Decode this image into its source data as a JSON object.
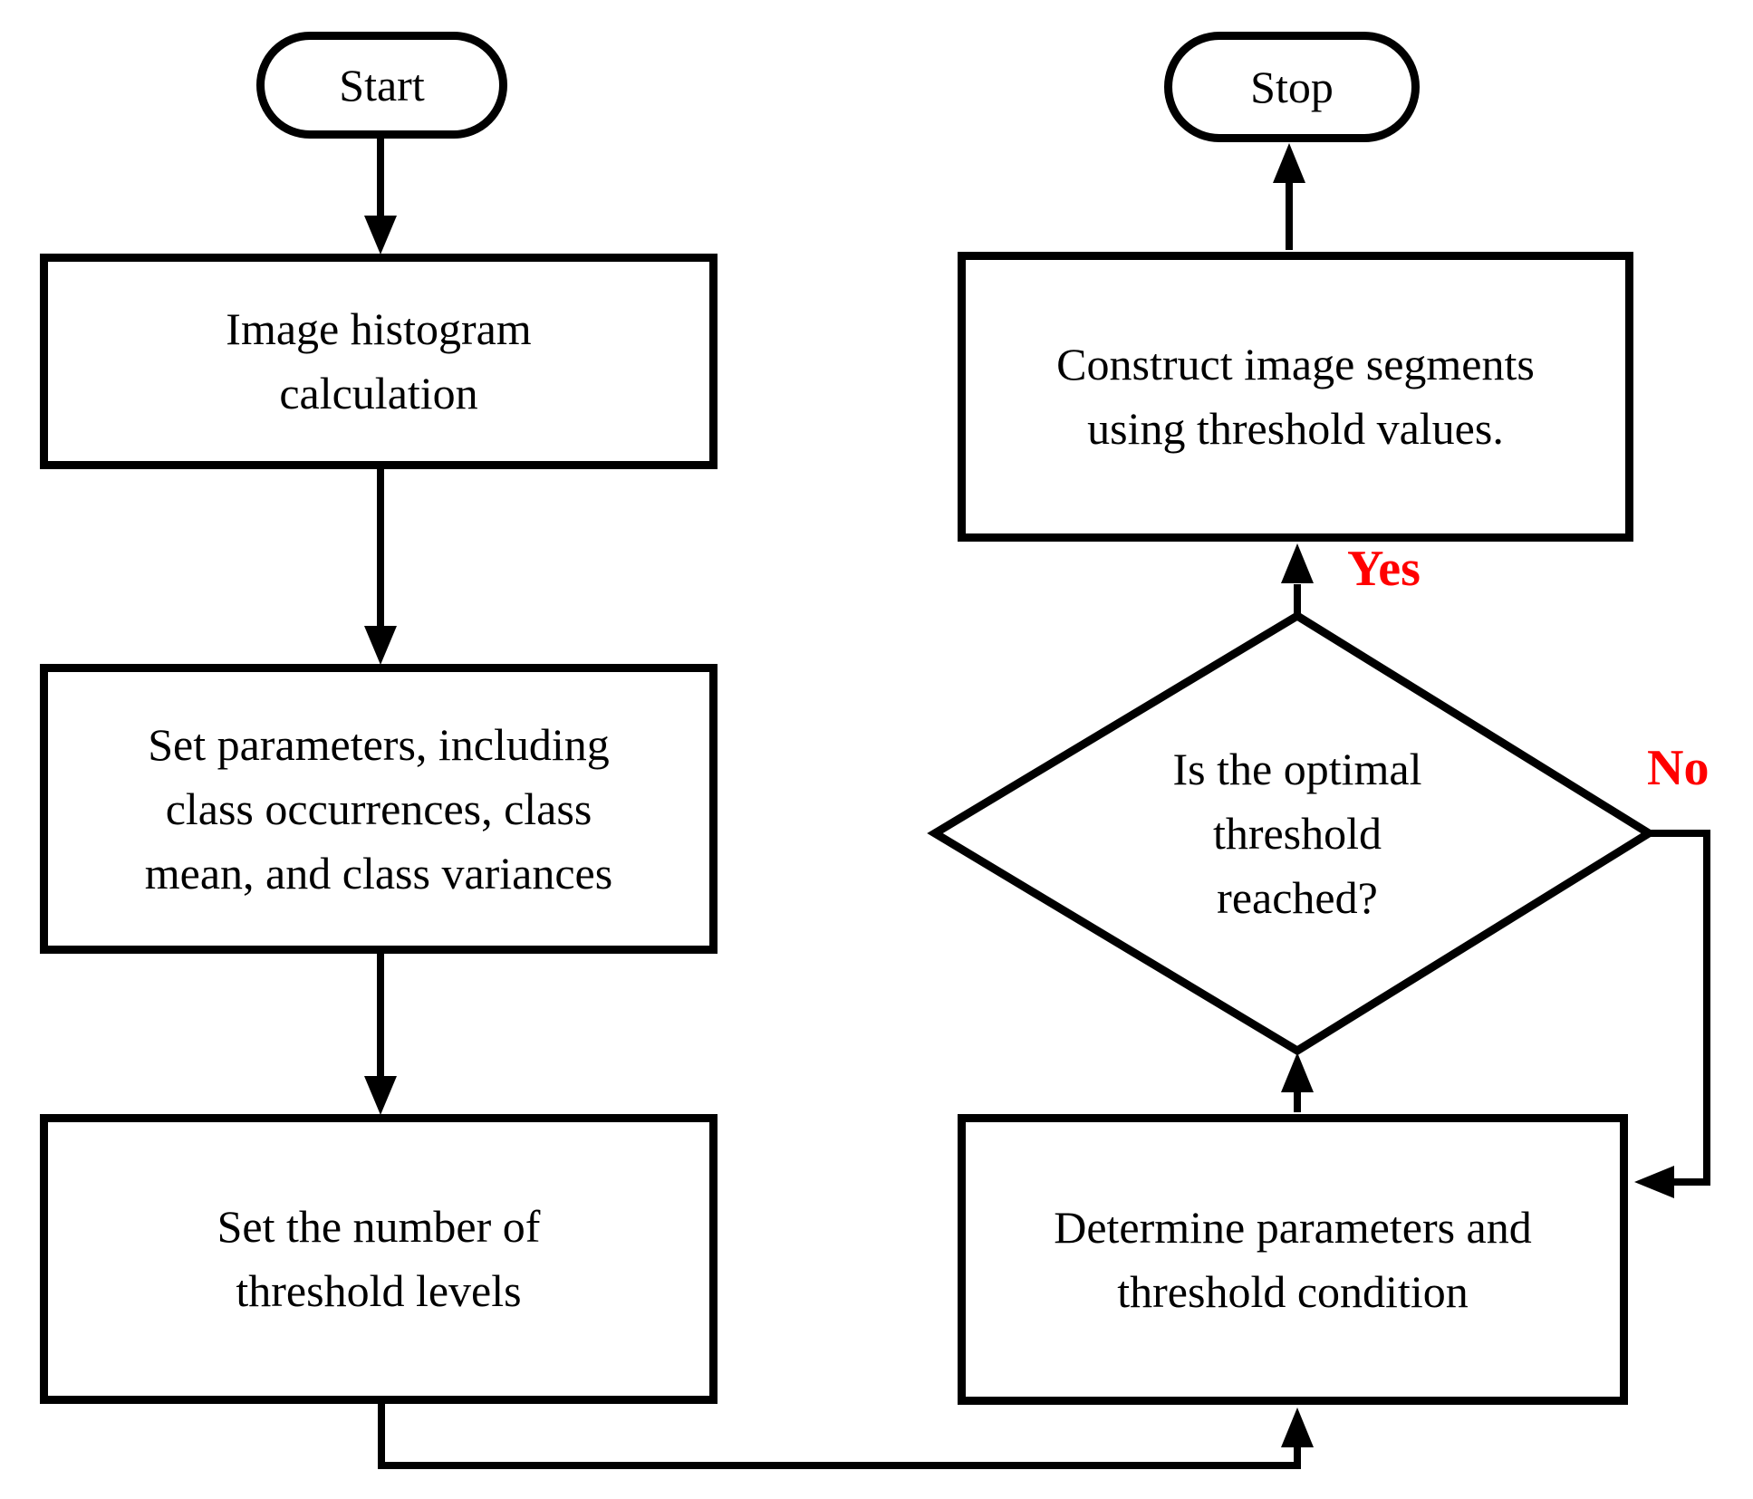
{
  "flowchart": {
    "nodes": {
      "start": {
        "label": "Start"
      },
      "stop": {
        "label": "Stop"
      },
      "image_histogram": {
        "lines": [
          "Image histogram",
          "calculation"
        ]
      },
      "set_parameters": {
        "lines": [
          "Set parameters, including",
          "class occurrences, class",
          "mean, and class variances"
        ]
      },
      "set_threshold_levels": {
        "lines": [
          "Set the number of",
          "threshold levels"
        ]
      },
      "construct_segments": {
        "lines": [
          "Construct image segments",
          "using threshold values."
        ]
      },
      "decision": {
        "lines": [
          "Is the optimal",
          "threshold",
          "reached?"
        ]
      },
      "determine_parameters": {
        "lines": [
          "Determine parameters and",
          "threshold condition"
        ]
      }
    },
    "edge_labels": {
      "yes": "Yes",
      "no": "No"
    },
    "colors": {
      "line": "#000000",
      "label": "#ff0000",
      "background": "#ffffff"
    }
  }
}
